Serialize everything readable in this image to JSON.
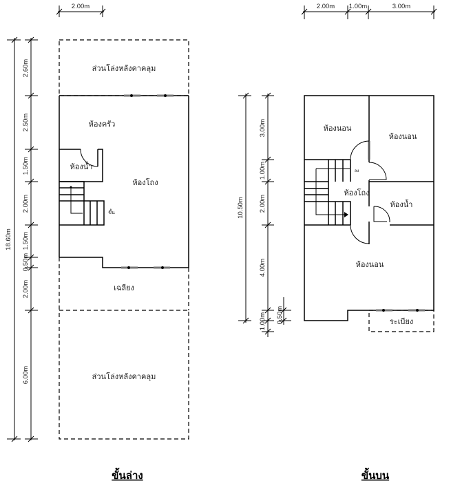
{
  "colors": {
    "open_area": "#FFFF00",
    "lines": "#000000"
  },
  "ground_floor": {
    "title": "ขั้นล่าง",
    "rooms": {
      "open_area_top": "ส่วนโล่งหลังคาคลุม",
      "kitchen": "ห้องครัว",
      "bathroom": "ห้องน้ำ",
      "hall": "ห้องโถง",
      "stair_up": "ขึ้น",
      "porch": "เฉลียง",
      "open_area_bottom": "ส่วนโล่งหลังคาคลุม"
    },
    "dims": {
      "top": "2.00m",
      "total": "18.60m",
      "segments": [
        "2.60m",
        "2.50m",
        "1.50m",
        "2.00m",
        "1.50m",
        "0.50m",
        "2.00m",
        "6.00m"
      ]
    }
  },
  "upper_floor": {
    "title": "ขั้นบน",
    "rooms": {
      "bedroom_1": "ห้องนอน",
      "bedroom_2": "ห้องนอน",
      "stair_down": "ลง",
      "hall": "ห้องโถง",
      "bathroom": "ห้องน้ำ",
      "bedroom_3": "ห้องนอน",
      "balcony": "ระเบียง"
    },
    "dims": {
      "top": [
        "2.00m",
        "1.00m",
        "3.00m"
      ],
      "total": "10.50m",
      "segments": [
        "3.00m",
        "1.00m",
        "2.00m",
        "4.00m",
        "0.50m",
        "1.00m"
      ]
    }
  }
}
